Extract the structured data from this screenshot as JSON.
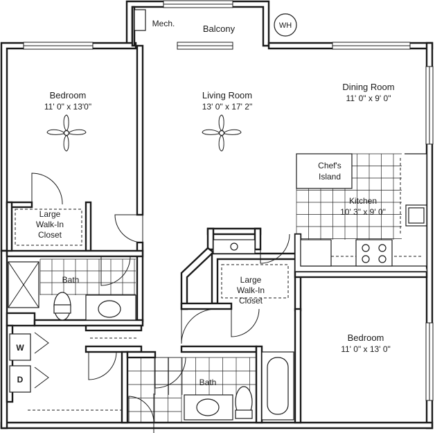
{
  "rooms": {
    "bedroom1": {
      "name": "Bedroom",
      "size": "11' 0\" x 13'0\""
    },
    "living": {
      "name": "Living Room",
      "size": "13' 0\" x 17' 2\""
    },
    "dining": {
      "name": "Dining Room",
      "size": "11' 0\" x 9' 0\""
    },
    "mech": {
      "name": "Mech."
    },
    "balcony": {
      "name": "Balcony"
    },
    "wh": {
      "name": "WH"
    },
    "closet1": {
      "line1": "Large",
      "line2": "Walk-In",
      "line3": "Closet"
    },
    "island": {
      "line1": "Chef's",
      "line2": "Island"
    },
    "kitchen": {
      "name": "Kitchen",
      "size": "10' 3\" x 9' 0\""
    },
    "closet2": {
      "line1": "Large",
      "line2": "Walk-In",
      "line3": "Closet"
    },
    "bath1": {
      "name": "Bath"
    },
    "bath2": {
      "name": "Bath"
    },
    "bedroom2": {
      "name": "Bedroom",
      "size": "11' 0\" x 13' 0\""
    },
    "washer": {
      "label": "W"
    },
    "dryer": {
      "label": "D"
    }
  },
  "fixtures": [
    "ceiling-fan",
    "ceiling-fan",
    "shower",
    "bathtub",
    "toilet",
    "toilet",
    "sink",
    "sink",
    "range",
    "kitchen-sink",
    "refrigerator",
    "water-heater",
    "washer",
    "dryer"
  ]
}
